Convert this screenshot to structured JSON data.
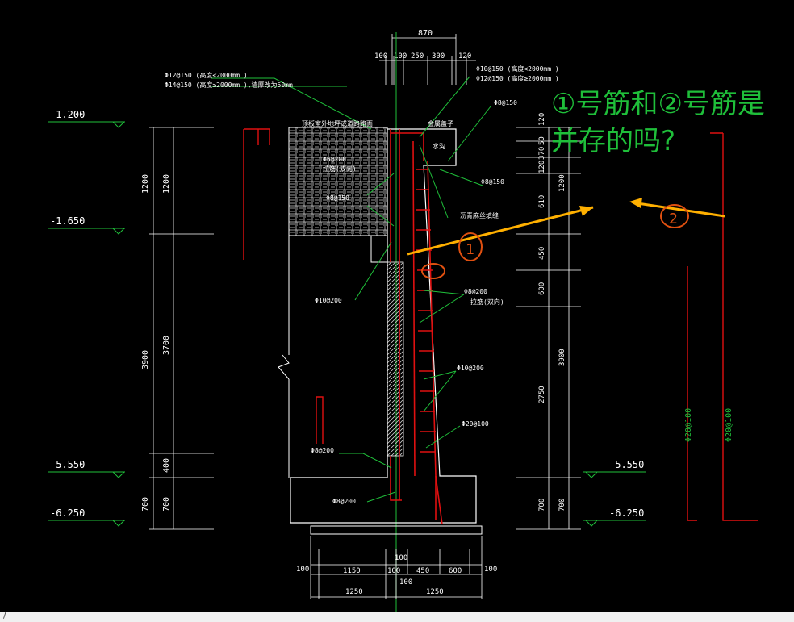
{
  "question": {
    "line1": "①号筋和②号筋是",
    "line2": "并存的吗?"
  },
  "levels": {
    "l1": "-1.200",
    "l2": "-1.650",
    "l3": "-5.550",
    "l4": "-6.250"
  },
  "top_dims": {
    "total": "870",
    "d1": "100",
    "d2": "100",
    "d3": "250",
    "d4": "300",
    "d5": "120"
  },
  "notes": {
    "left1": "Φ12@150   (高度<2000mm     )",
    "left2": "Φ14@150   (高度≥2000mm     ),墙厚改为50mm",
    "right1": "Φ10@150   (高度<2000mm     )",
    "right2": "Φ12@150   (高度≥2000mm     )",
    "backfill": "顶板室外地坪或道路路面",
    "cap": "金属盖子",
    "water": "水沟",
    "bar_top": "Φ8@150",
    "r1": "Φ6@200",
    "r1b": "拉筋(双向)",
    "r2": "Φ8@150",
    "r3": "Φ8@150",
    "asphalt": "沥青麻丝填缝",
    "w1": "Φ10@200",
    "w2": "Φ8@200",
    "w2b": "拉筋(双向)",
    "w3": "Φ10@200",
    "w4": "Φ20@100",
    "f1": "Φ8@200",
    "f2": "Φ8@200",
    "bar_a": "Φ20@100",
    "bar_b": "Φ20@100"
  },
  "left_dims": {
    "a1": "1200",
    "a2": "1200",
    "b1": "3900",
    "b2": "3700",
    "c": "400",
    "d1": "700",
    "d2": "700"
  },
  "right_dims": {
    "r120": "120",
    "r50": "50",
    "r370": "370",
    "r120b": "120",
    "r610": "610",
    "r1200": "1200",
    "r450": "450",
    "r600": "600",
    "r3900": "3900",
    "r2750": "2750",
    "r700a": "700",
    "r700b": "700"
  },
  "bottom_dims": {
    "b100a": "100",
    "b1150": "1150",
    "b100b": "100",
    "b100c": "100",
    "b450": "450",
    "b600": "600",
    "b100d": "100",
    "b100e": "100",
    "b1250a": "1250",
    "b1250b": "1250"
  },
  "markers": {
    "m1": "1",
    "m2": "2"
  },
  "colors": {
    "green": "#1fbf3a",
    "red": "#e01010",
    "orange": "#ffb000",
    "white": "#ffffff",
    "background": "#000000"
  },
  "statusbar": {
    "label": "/"
  }
}
